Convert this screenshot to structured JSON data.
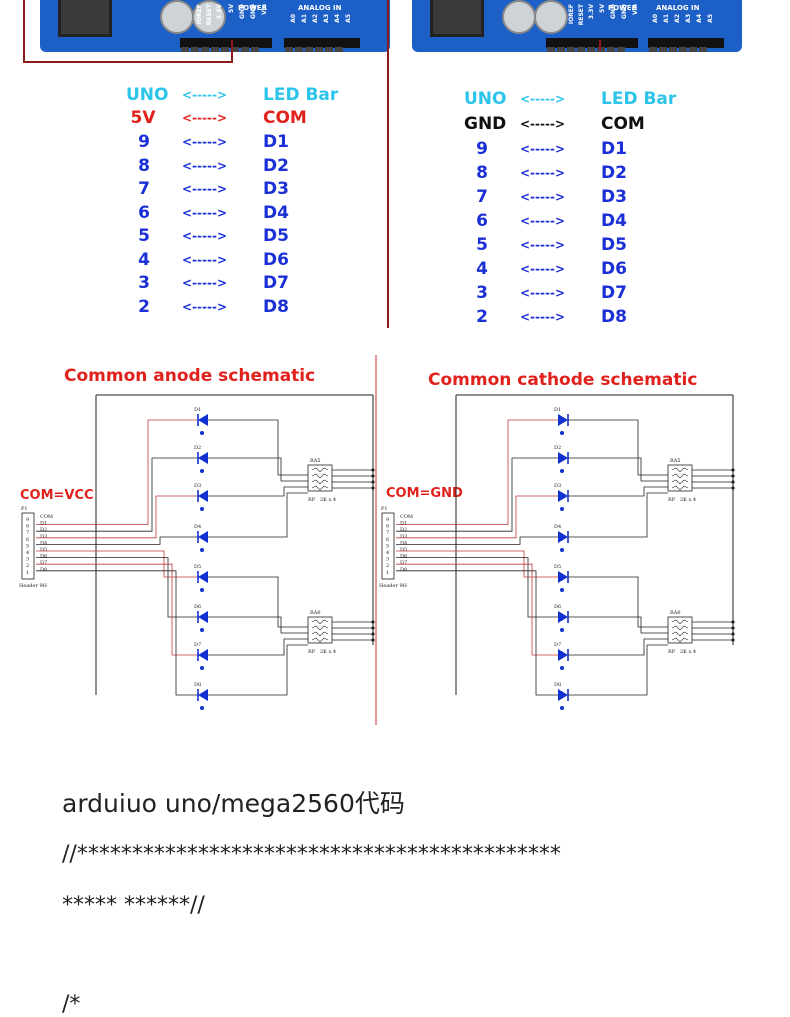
{
  "colors": {
    "board": "#1c5fc6",
    "cyan": "#2cc4ea",
    "blue": "#1a2fd6",
    "red": "#e0211c",
    "wire": "#8b1a1a"
  },
  "board": {
    "pins": [
      "IOREF",
      "RESET",
      "3.3V",
      "5V",
      "GND",
      "GND",
      "Vin"
    ],
    "power_label": "POWER",
    "analog_label": "ANALOG IN",
    "analog_pins": [
      "A0",
      "A1",
      "A2",
      "A3",
      "A4",
      "A5"
    ]
  },
  "left_map": {
    "header": {
      "a": "UNO",
      "arrow": "<----->",
      "b": "LED Bar"
    },
    "com": {
      "a": "5V",
      "arrow": "<----->",
      "b": "COM"
    },
    "rows": [
      {
        "a": "9",
        "arrow": "<----->",
        "b": "D1"
      },
      {
        "a": "8",
        "arrow": "<----->",
        "b": "D2"
      },
      {
        "a": "7",
        "arrow": "<----->",
        "b": "D3"
      },
      {
        "a": "6",
        "arrow": "<----->",
        "b": "D4"
      },
      {
        "a": "5",
        "arrow": "<----->",
        "b": "D5"
      },
      {
        "a": "4",
        "arrow": "<----->",
        "b": "D6"
      },
      {
        "a": "3",
        "arrow": "<----->",
        "b": "D7"
      },
      {
        "a": "2",
        "arrow": "<----->",
        "b": "D8"
      }
    ]
  },
  "right_map": {
    "header": {
      "a": "UNO",
      "arrow": "<----->",
      "b": "LED Bar"
    },
    "com": {
      "a": "GND",
      "arrow": "<----->",
      "b": "COM"
    },
    "rows": [
      {
        "a": "9",
        "arrow": "<----->",
        "b": "D1"
      },
      {
        "a": "8",
        "arrow": "<----->",
        "b": "D2"
      },
      {
        "a": "7",
        "arrow": "<----->",
        "b": "D3"
      },
      {
        "a": "6",
        "arrow": "<----->",
        "b": "D4"
      },
      {
        "a": "5",
        "arrow": "<----->",
        "b": "D5"
      },
      {
        "a": "4",
        "arrow": "<----->",
        "b": "D6"
      },
      {
        "a": "3",
        "arrow": "<----->",
        "b": "D7"
      },
      {
        "a": "2",
        "arrow": "<----->",
        "b": "D8"
      }
    ]
  },
  "schematics": {
    "anode": {
      "title": "Common anode schematic",
      "com_label": "COM=VCC",
      "header_ref": "P1",
      "header_name": "Header 9H",
      "header_pins": [
        "9",
        "8",
        "7",
        "6",
        "5",
        "4",
        "3",
        "2",
        "1"
      ],
      "net_labels": [
        "COM",
        "D1",
        "D2",
        "D3",
        "D4",
        "D5",
        "D6",
        "D7",
        "D8"
      ],
      "leds": [
        "D1",
        "D2",
        "D3",
        "D4",
        "D5",
        "D6",
        "D7",
        "D8"
      ],
      "resistor_packs": [
        {
          "ref": "RA5",
          "value": "2K x 4"
        },
        {
          "ref": "RA6",
          "value": "2K x 4"
        }
      ],
      "rp_prefix": "RP"
    },
    "cathode": {
      "title": "Common cathode schematic",
      "com_label": "COM=GND",
      "header_ref": "P1",
      "header_name": "Header 9H",
      "header_pins": [
        "9",
        "8",
        "7",
        "6",
        "5",
        "4",
        "3",
        "2",
        "1"
      ],
      "net_labels": [
        "COM",
        "D1",
        "D2",
        "D3",
        "D4",
        "D5",
        "D6",
        "D7",
        "D8"
      ],
      "leds": [
        "D1",
        "D2",
        "D3",
        "D4",
        "D5",
        "D6",
        "D7",
        "D8"
      ],
      "resistor_packs": [
        {
          "ref": "RA5",
          "value": "2K x 4"
        },
        {
          "ref": "RA6",
          "value": "2K x 4"
        }
      ],
      "rp_prefix": "RP"
    }
  },
  "code": {
    "heading": "arduiuo uno/mega2560代码",
    "line1": "//********************************************",
    "line2": "***** ******//",
    "line3": "/*"
  }
}
